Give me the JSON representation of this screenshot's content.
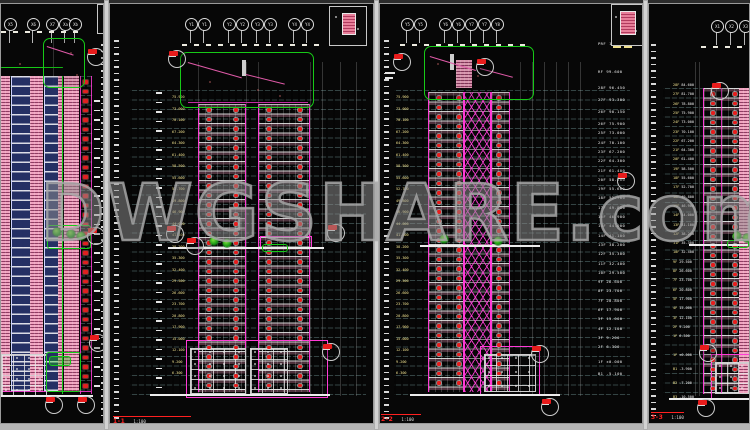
{
  "watermark": {
    "text": "DWGSHARE.com"
  },
  "panels": {
    "p1": {
      "grid_labels": [
        "X5",
        "X6",
        "X7",
        "Xa",
        "Xb"
      ]
    },
    "p2": {
      "grid_labels": [
        "Y1",
        "Y1",
        "Y2",
        "Y2",
        "Y3",
        "Y3",
        "Y4",
        "Y4"
      ],
      "title": {
        "label": "1-1",
        "scale": "1:100"
      },
      "levels": [
        "75.900",
        "73.000",
        "70.100",
        "67.200",
        "64.300",
        "61.400",
        "58.500",
        "55.600",
        "52.700",
        "49.800",
        "46.900",
        "44.000",
        "41.100",
        "38.200",
        "35.300",
        "32.400",
        "29.500",
        "26.600",
        "23.700",
        "20.800",
        "17.900",
        "15.000",
        "12.100",
        "9.200",
        "6.300"
      ]
    },
    "p3": {
      "grid_labels": [
        "Y5",
        "Y5",
        "Y6",
        "Y6",
        "Y7",
        "Y7",
        "Y8"
      ],
      "title": {
        "label": "2-2",
        "scale": "1:100"
      },
      "left_values": [
        "75.900",
        "73.000",
        "70.100",
        "67.200",
        "64.300",
        "61.400",
        "58.500",
        "55.600",
        "52.700",
        "49.800",
        "46.900",
        "44.000",
        "41.100",
        "38.200",
        "35.300",
        "32.400",
        "29.500",
        "26.600",
        "23.700",
        "20.800",
        "17.900",
        "15.000",
        "12.100",
        "9.200",
        "6.300"
      ],
      "levels_top": [
        "PRF 104.400",
        "RF 99.600",
        "28F 96.450",
        "27F 93.300",
        "26F 90.150"
      ],
      "levels": [
        "26F 75.900",
        "25F 73.000",
        "24F 70.100",
        "23F 67.200",
        "22F 64.300",
        "21F 61.400",
        "20F 58.500",
        "19F 55.600",
        "18F 52.700",
        "17F 49.800",
        "16F 46.900",
        "15F 44.000",
        "14F 41.100",
        "13F 38.200",
        "12F 35.300",
        "11F 32.400",
        "10F 29.500",
        "9F 26.600",
        "8F 23.700",
        "7F 20.800",
        "6F 17.900",
        "5F 15.000",
        "4F 12.100",
        "3F 9.200",
        "2F 6.300"
      ],
      "levels_bottom": [
        "1F ±0.000",
        "B1 -5.100"
      ]
    },
    "p4": {
      "grid_labels": [
        "X1",
        "X2",
        "X3"
      ],
      "title": {
        "label": "3-3",
        "scale": "1:100"
      },
      "levels": [
        "28F 84.600",
        "27F 81.700",
        "26F 78.800",
        "25F 75.900",
        "24F 73.000",
        "23F 70.100",
        "22F 67.200",
        "21F 64.300",
        "20F 61.400",
        "19F 58.500",
        "18F 55.600",
        "17F 52.700",
        "16F 49.800",
        "15F 46.900",
        "14F 44.000",
        "13F 41.100",
        "12F 38.200",
        "11F 35.300",
        "10F 32.400",
        "9F 29.500",
        "8F 26.600",
        "7F 23.700",
        "6F 20.800",
        "5F 17.900",
        "4F 15.000",
        "3F 12.100",
        "2F 9.200",
        "1F 6.300"
      ],
      "levels_bottom": [
        "1F ±0.000",
        "B1 -3.900",
        "B2 -7.200",
        "B3 -10.500"
      ]
    }
  }
}
